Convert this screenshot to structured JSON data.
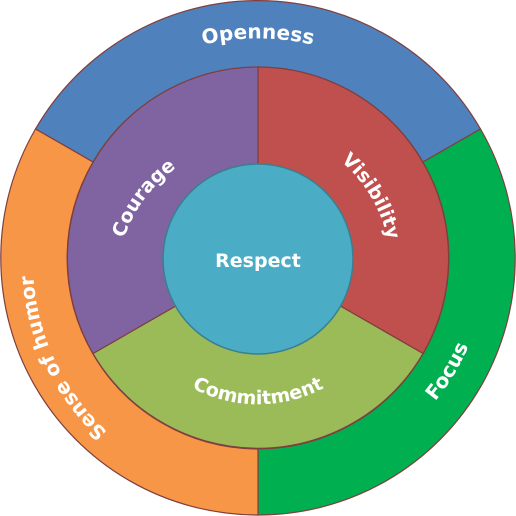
{
  "diagram": {
    "center": {
      "label": "Respect",
      "color": "#4bacc6"
    },
    "inner_ring": [
      {
        "label": "Visibility",
        "color": "#c0504d"
      },
      {
        "label": "Commitment",
        "color": "#9bbb59"
      },
      {
        "label": "Courage",
        "color": "#8064a2"
      }
    ],
    "outer_ring": [
      {
        "label": "Openness",
        "color": "#4f81bd"
      },
      {
        "label": "Focus",
        "color": "#00b050"
      },
      {
        "label": "Sense of humor",
        "color": "#f79646"
      }
    ],
    "border_color": "#7f3f3f"
  }
}
